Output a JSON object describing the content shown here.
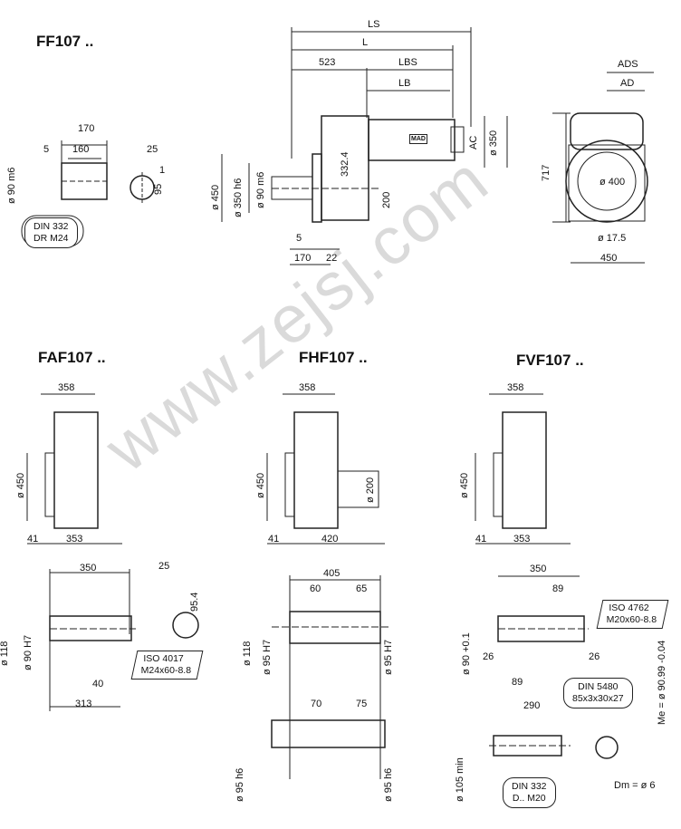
{
  "watermark": "www.zejsj.com",
  "ff107": {
    "title": "FF107 ..",
    "LS": "LS",
    "L": "L",
    "d523": "523",
    "LBS": "LBS",
    "LB": "LB",
    "AC": "AC",
    "d350": "ø 350",
    "motor_logo": "MAD",
    "d450": "ø 450",
    "d350h6": "ø 350 h6",
    "d90m6": "ø 90 m6",
    "d3324": "332.4",
    "d200": "200",
    "d5": "5",
    "d170": "170",
    "d22": "22",
    "ADS": "ADS",
    "AD": "AD",
    "d717": "717",
    "d400": "ø 400",
    "d175": "ø 17.5",
    "d450b": "450",
    "shaft": {
      "d170": "170",
      "d5": "5",
      "d160": "160",
      "d25": "25",
      "d90m6": "ø 90 m6",
      "d95": "95",
      "d1": "1",
      "din_l1": "DIN 332",
      "din_l2": "DR M24"
    }
  },
  "faf107": {
    "title": "FAF107 ..",
    "d358": "358",
    "d450": "ø 450",
    "d41": "41",
    "d353": "353",
    "shaft": {
      "d350": "350",
      "d25": "25",
      "d954": "95.4",
      "d118": "ø 118",
      "d90H7": "ø 90 H7",
      "d40": "40",
      "d313": "313",
      "iso_l1": "ISO 4017",
      "iso_l2": "M24x60-8.8"
    }
  },
  "fhf107": {
    "title": "FHF107 ..",
    "d358": "358",
    "d450": "ø 450",
    "d200": "ø 200",
    "d41": "41",
    "d420": "420",
    "shaft": {
      "d405": "405",
      "d60": "60",
      "d65": "65",
      "d118": "ø 118",
      "d95H7a": "ø 95 H7",
      "d95H7b": "ø 95 H7",
      "d70": "70",
      "d75": "75",
      "d95h6a": "ø 95 h6",
      "d95h6b": "ø 95 h6"
    }
  },
  "fvf107": {
    "title": "FVF107 ..",
    "d358": "358",
    "d450": "ø 450",
    "d41": "41",
    "d353": "353",
    "shaft": {
      "d350": "350",
      "d89a": "89",
      "iso_l1": "ISO 4762",
      "iso_l2": "M20x60-8.8",
      "d90": "ø 90 +0.1",
      "d26a": "26",
      "d26b": "26",
      "d89b": "89",
      "din5480_l1": "DIN 5480",
      "din5480_l2": "85x3x30x27",
      "d290": "290",
      "Me": "Me = ø 90.99 -0.04",
      "d105": "ø 105 min",
      "din332_l1": "DIN 332",
      "din332_l2": "D.. M20",
      "Dm": "Dm = ø 6"
    }
  }
}
